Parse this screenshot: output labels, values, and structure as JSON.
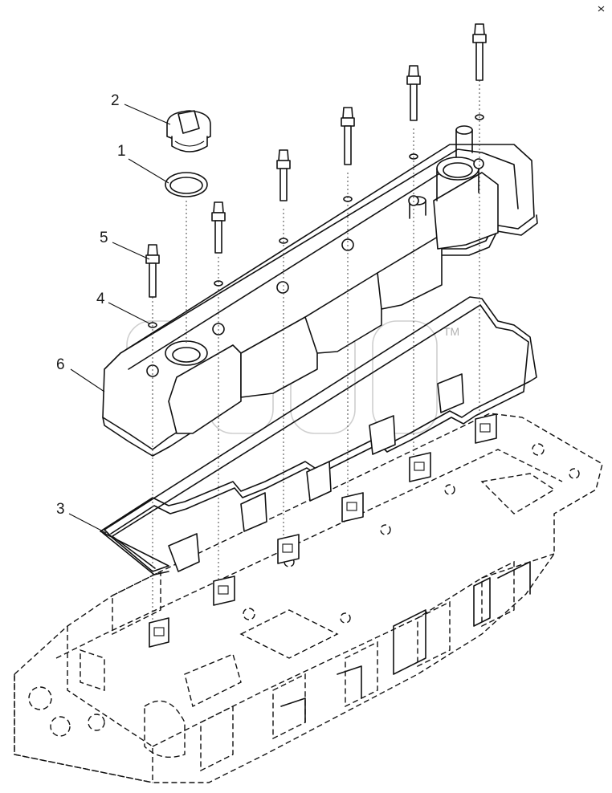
{
  "diagram": {
    "callouts": [
      {
        "id": "callout-1",
        "label": "1",
        "part": "o-ring-seal"
      },
      {
        "id": "callout-2",
        "label": "2",
        "part": "oil-filler-cap"
      },
      {
        "id": "callout-3",
        "label": "3",
        "part": "valve-cover-gasket"
      },
      {
        "id": "callout-4",
        "label": "4",
        "part": "washer-seal"
      },
      {
        "id": "callout-5",
        "label": "5",
        "part": "stud-bolt"
      },
      {
        "id": "callout-6",
        "label": "6",
        "part": "valve-cover"
      }
    ],
    "watermark_mark": "TM",
    "colors": {
      "ink": "#111111",
      "background": "#ffffff",
      "watermark": "#cfcfcf"
    }
  }
}
